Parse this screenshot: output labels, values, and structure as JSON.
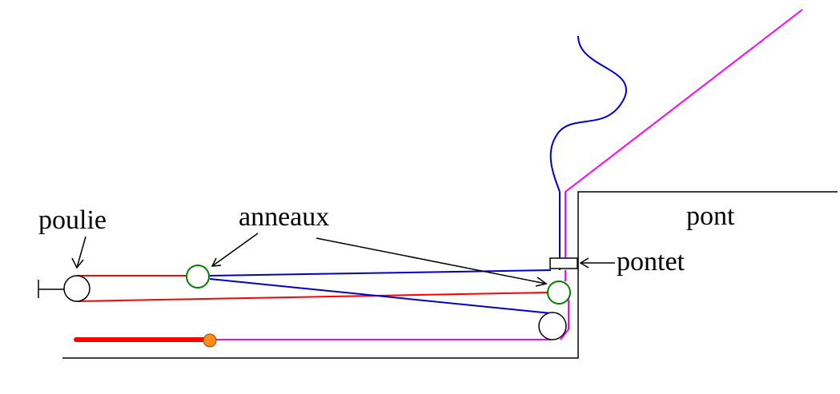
{
  "labels": {
    "poulie": "poulie",
    "anneaux": "anneaux",
    "pont": "pont",
    "pontet": "pontet"
  },
  "colors": {
    "outline": "#000000",
    "red": "#ff0000",
    "blue": "#0000cc",
    "magenta": "#ff00ff",
    "ring": "#008000",
    "knot": "#ff8c1a"
  }
}
